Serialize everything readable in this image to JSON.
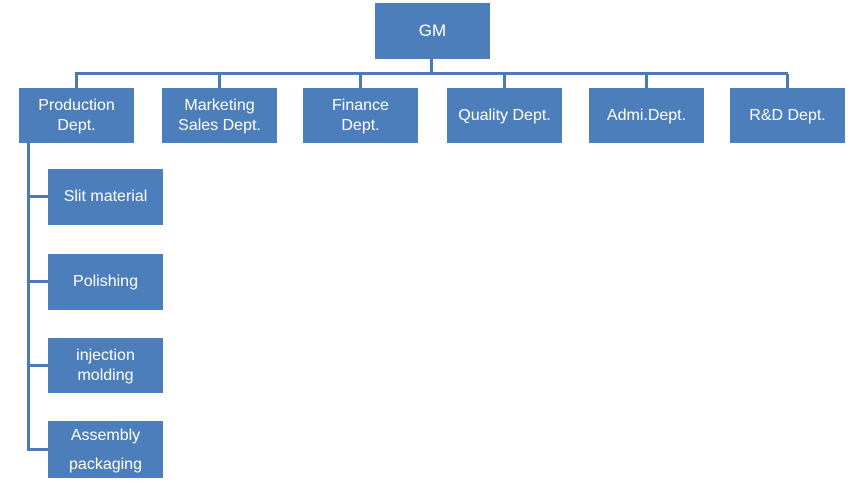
{
  "diagram": {
    "type": "org-chart",
    "colors": {
      "node_fill": "#4d7ebc",
      "node_text": "#ffffff",
      "connector": "#4a7ab8",
      "background": "#ffffff"
    },
    "root": {
      "label": "GM"
    },
    "departments": [
      {
        "label": "Production\nDept."
      },
      {
        "label": "Marketing\nSales Dept."
      },
      {
        "label": "Finance\nDept."
      },
      {
        "label": "Quality Dept."
      },
      {
        "label": "Admi.Dept."
      },
      {
        "label": "R&D Dept."
      }
    ],
    "production_children": [
      {
        "label": "Slit material"
      },
      {
        "label": "Polishing"
      },
      {
        "label": "injection\nmolding"
      },
      {
        "label": "Assembly\npackaging"
      }
    ]
  }
}
